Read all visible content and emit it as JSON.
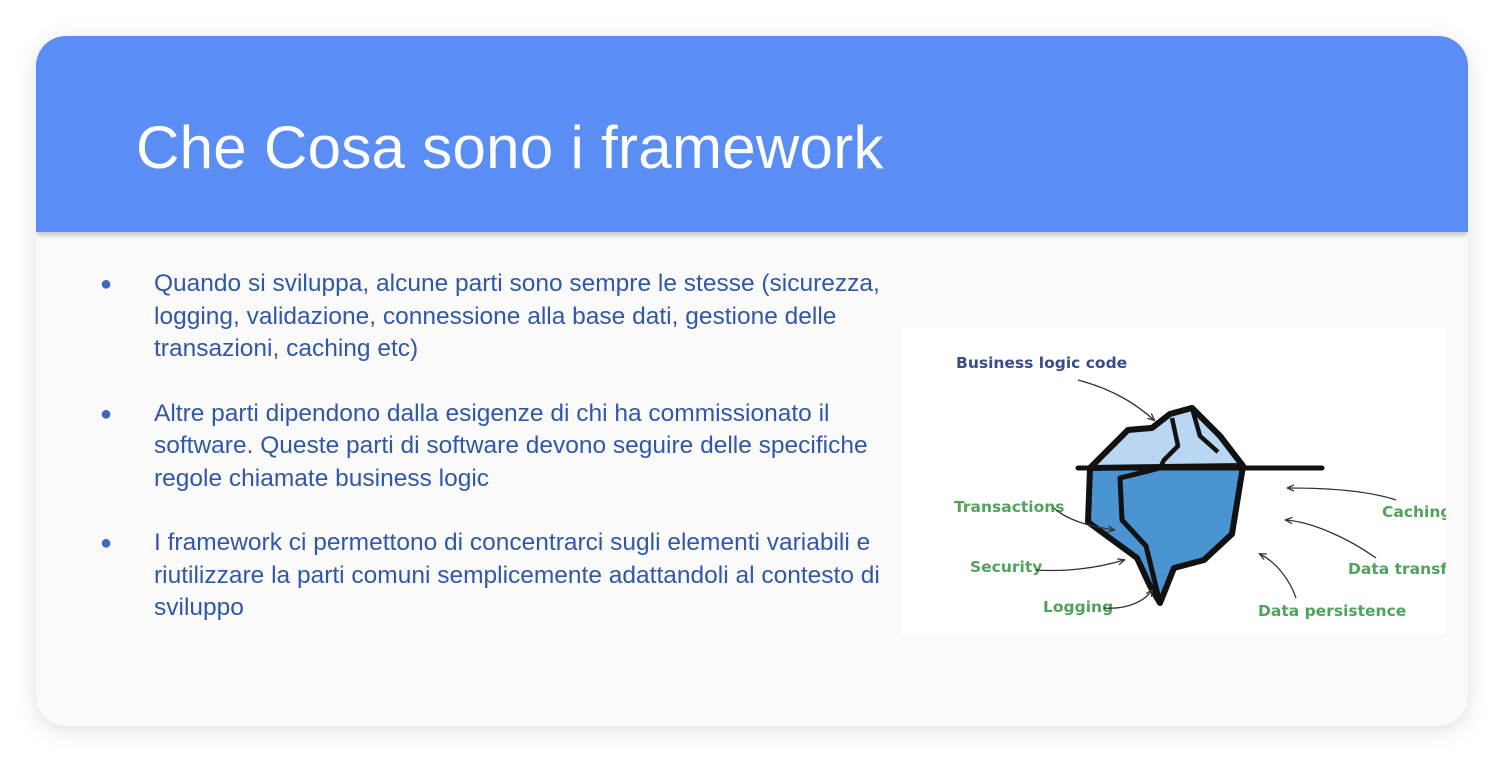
{
  "slide": {
    "title": "Che Cosa sono i framework",
    "header_color": "#5a8ef4",
    "bullets": [
      "Quando si sviluppa, alcune parti sono sempre le stesse (sicurezza, logging, validazione, connessione alla base dati, gestione delle transazioni, caching etc)",
      "Altre parti dipendono dalla esigenze di chi ha commissionato il software. Queste parti di software devono seguire delle specifiche regole chiamate business logic",
      "I framework ci permettono di concentrarci sugli elementi variabili e riutilizzare la parti comuni semplicemente adattandoli al contesto di sviluppo"
    ],
    "bullet_glyph": "●"
  },
  "figure": {
    "icon": "iceberg-icon",
    "labels": {
      "business_logic": "Business logic code",
      "transactions": "Transactions",
      "security": "Security",
      "logging": "Logging",
      "caching": "Caching",
      "data_transfer": "Data transfer",
      "data_persistence": "Data persistence"
    },
    "colors": {
      "business_label": "#3a4a8a",
      "infra_label": "#4ea45a",
      "ice_top": "#b9d6f2",
      "ice_body": "#4a94d2"
    }
  }
}
